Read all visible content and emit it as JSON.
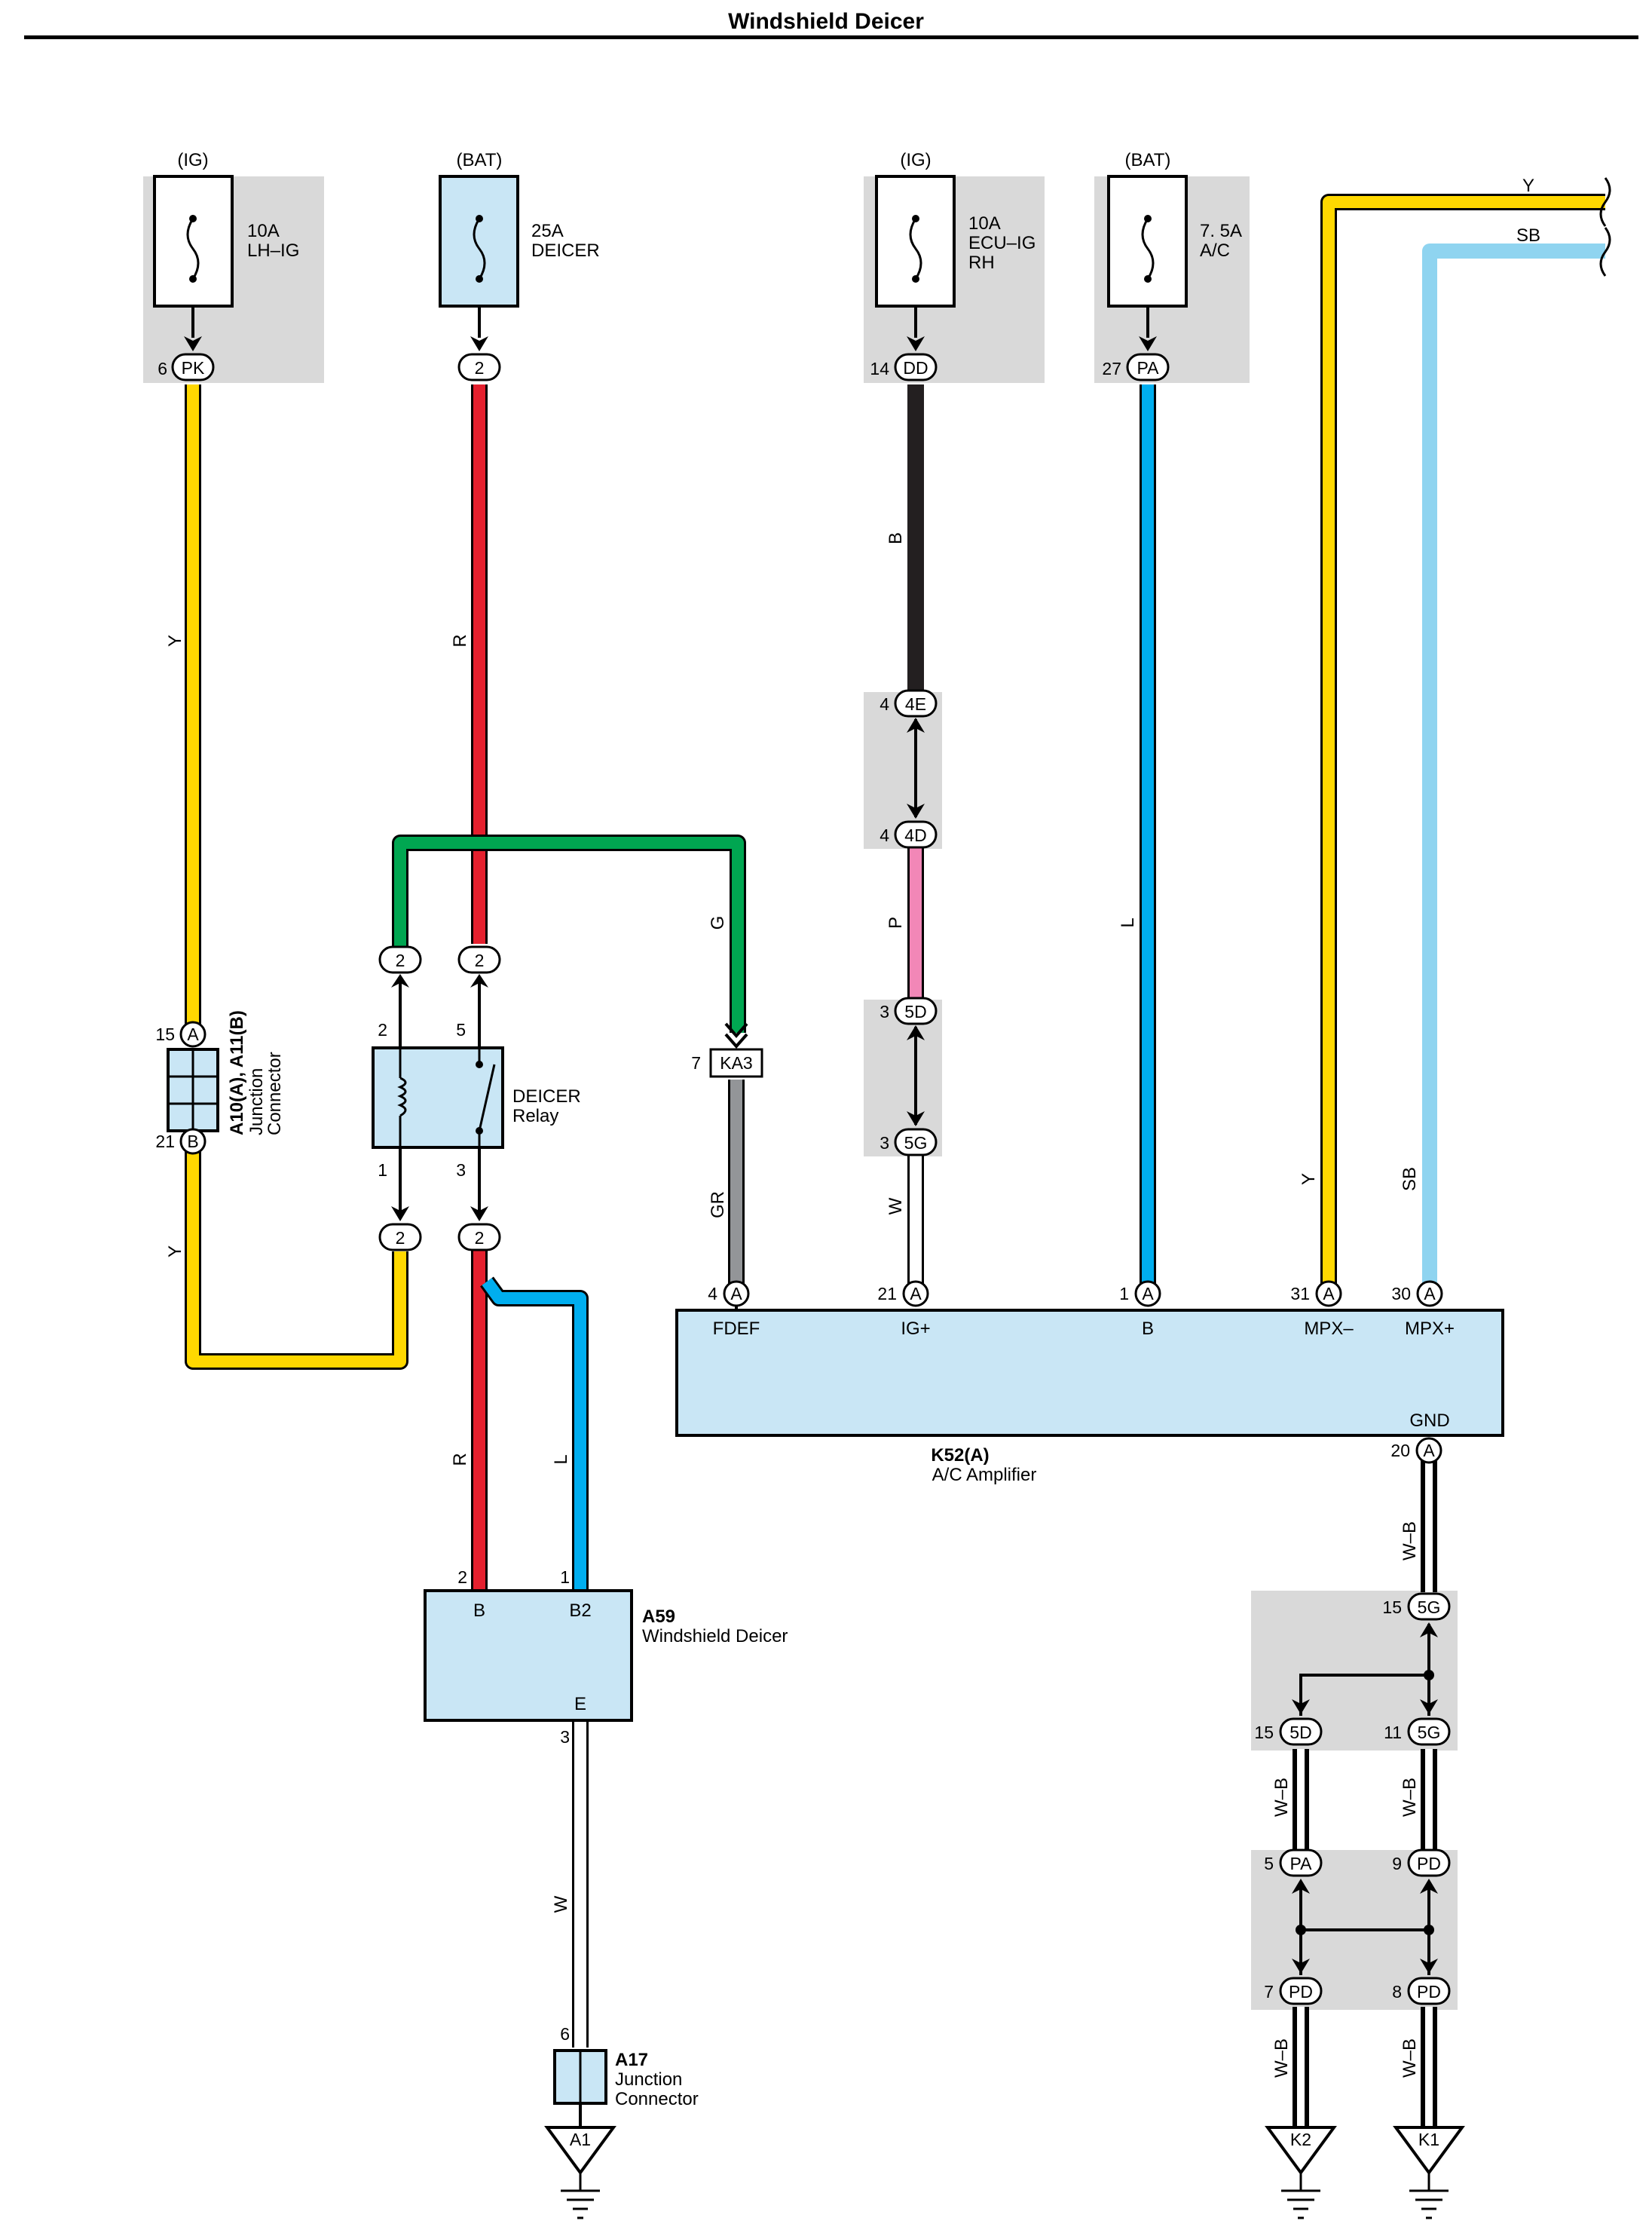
{
  "title": "Windshield Deicer",
  "wire_colors": {
    "Y": "#ffd800",
    "R": "#e4202e",
    "G": "#00a651",
    "GR": "#939598",
    "B": "#231f20",
    "P": "#f287b7",
    "W": "#ffffff",
    "L": "#00aeef",
    "SB": "#8fd4f0"
  },
  "fuses": {
    "lh_ig": {
      "supply": "(IG)",
      "rating": "10A",
      "name": "LH–IG",
      "pin": "6",
      "connector": "PK"
    },
    "deicer": {
      "supply": "(BAT)",
      "rating": "25A",
      "name": "DEICER",
      "pin": "",
      "connector": "2"
    },
    "ecu_ig": {
      "supply": "(IG)",
      "rating": "10A",
      "name": "ECU–IG",
      "name2": "RH",
      "pin": "14",
      "connector": "DD"
    },
    "ac": {
      "supply": "(BAT)",
      "rating": "7. 5A",
      "name": "A/C",
      "pin": "27",
      "connector": "PA"
    }
  },
  "wire_labels": {
    "y_left_upper": "Y",
    "y_left_lower": "Y",
    "r_upper": "R",
    "r_lower": "R",
    "g": "G",
    "gr": "GR",
    "b": "B",
    "p": "P",
    "w_amp": "W",
    "l_mid": "L",
    "l_low": "L",
    "w_gnd": "W",
    "y_right": "Y",
    "sb_right": "SB",
    "y_top": "Y",
    "sb_top": "SB",
    "wb1": "W–B",
    "wb2": "W–B",
    "wb3": "W–B",
    "wb4": "W–B",
    "wb5": "W–B"
  },
  "junction_a10": {
    "code": "A10(A), A11(B)",
    "name1": "Junction",
    "name2": "Connector",
    "pin_top": "15",
    "conn_top": "A",
    "pin_bot": "21",
    "conn_bot": "B"
  },
  "relay": {
    "name1": "DEICER",
    "name2": "Relay",
    "pin_tl": "2",
    "pin_tr": "5",
    "pin_bl": "1",
    "pin_br": "3",
    "conn": "2"
  },
  "ka3": {
    "pin": "7",
    "connector": "KA3"
  },
  "joint_4e": {
    "pin": "4",
    "connector": "4E"
  },
  "joint_4d": {
    "pin": "4",
    "connector": "4D"
  },
  "joint_5d": {
    "pin": "3",
    "connector": "5D"
  },
  "joint_5g": {
    "pin": "3",
    "connector": "5G"
  },
  "amplifier": {
    "code": "K52(A)",
    "name": "A/C Amplifier",
    "pins": [
      {
        "num": "4",
        "conn": "A",
        "label": "FDEF"
      },
      {
        "num": "21",
        "conn": "A",
        "label": "IG+"
      },
      {
        "num": "1",
        "conn": "A",
        "label": "B"
      },
      {
        "num": "31",
        "conn": "A",
        "label": "MPX–"
      },
      {
        "num": "30",
        "conn": "A",
        "label": "MPX+"
      }
    ],
    "gnd_label": "GND",
    "gnd_pin": "20",
    "gnd_conn": "A"
  },
  "deicer_a59": {
    "code": "A59",
    "name": "Windshield Deicer",
    "pin_b_num": "2",
    "pin_b": "B",
    "pin_b2_num": "1",
    "pin_b2": "B2",
    "pin_e": "E",
    "pin_e_num": "3"
  },
  "junction_a17": {
    "code": "A17",
    "name1": "Junction",
    "name2": "Connector",
    "pin": "6"
  },
  "grounds": {
    "a1": "A1",
    "k2": "K2",
    "k1": "K1"
  },
  "ground_joints": {
    "top": {
      "pin": "15",
      "conn": "5G"
    },
    "mid_l": {
      "pin": "15",
      "conn": "5D"
    },
    "mid_r": {
      "pin": "11",
      "conn": "5G"
    },
    "pa": {
      "pin": "5",
      "conn": "PA"
    },
    "pd_r": {
      "pin": "9",
      "conn": "PD"
    },
    "pd_bl": {
      "pin": "7",
      "conn": "PD"
    },
    "pd_br": {
      "pin": "8",
      "conn": "PD"
    }
  }
}
